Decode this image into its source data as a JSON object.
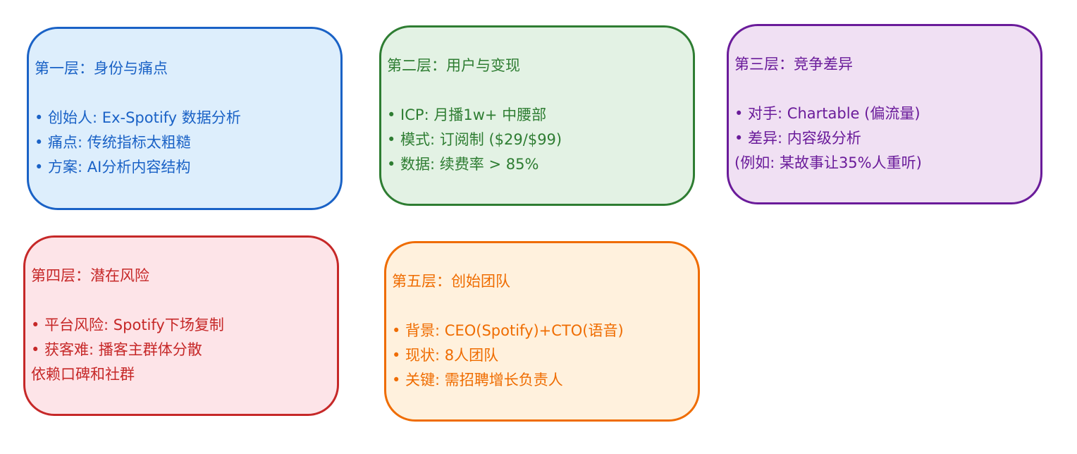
{
  "boxes": [
    {
      "title": "第一层：身份与痛点",
      "lines": [
        "• 创始人: Ex-Spotify 数据分析",
        "• 痛点: 传统指标太粗糙",
        "• 方案: AI分析内容结构"
      ],
      "border": "#1a62c6",
      "fill": "#ddeefc",
      "text": "#1a62c6"
    },
    {
      "title": "第二层：用户与变现",
      "lines": [
        "• ICP: 月播1w+ 中腰部",
        "• 模式: 订阅制 ($29/$99)",
        "• 数据: 续费率 > 85%"
      ],
      "border": "#2e7d32",
      "fill": "#e3f2e4",
      "text": "#2e7d32"
    },
    {
      "title": "第三层：竞争差异",
      "lines": [
        "• 对手: Chartable (偏流量)",
        "• 差异: 内容级分析",
        "(例如: 某故事让35%人重听)"
      ],
      "border": "#6a1b9a",
      "fill": "#f0e0f3",
      "text": "#6a1b9a"
    },
    {
      "title": "第四层：潜在风险",
      "lines": [
        "• 平台风险: Spotify下场复制",
        "• 获客难: 播客主群体分散",
        "依赖口碑和社群"
      ],
      "border": "#c62828",
      "fill": "#fde4e8",
      "text": "#c62828"
    },
    {
      "title": "第五层：创始团队",
      "lines": [
        "• 背景: CEO(Spotify)+CTO(语音)",
        "• 现状: 8人团队",
        "• 关键: 需招聘增长负责人"
      ],
      "border": "#ef6c00",
      "fill": "#fff1dd",
      "text": "#ef6c00"
    }
  ]
}
